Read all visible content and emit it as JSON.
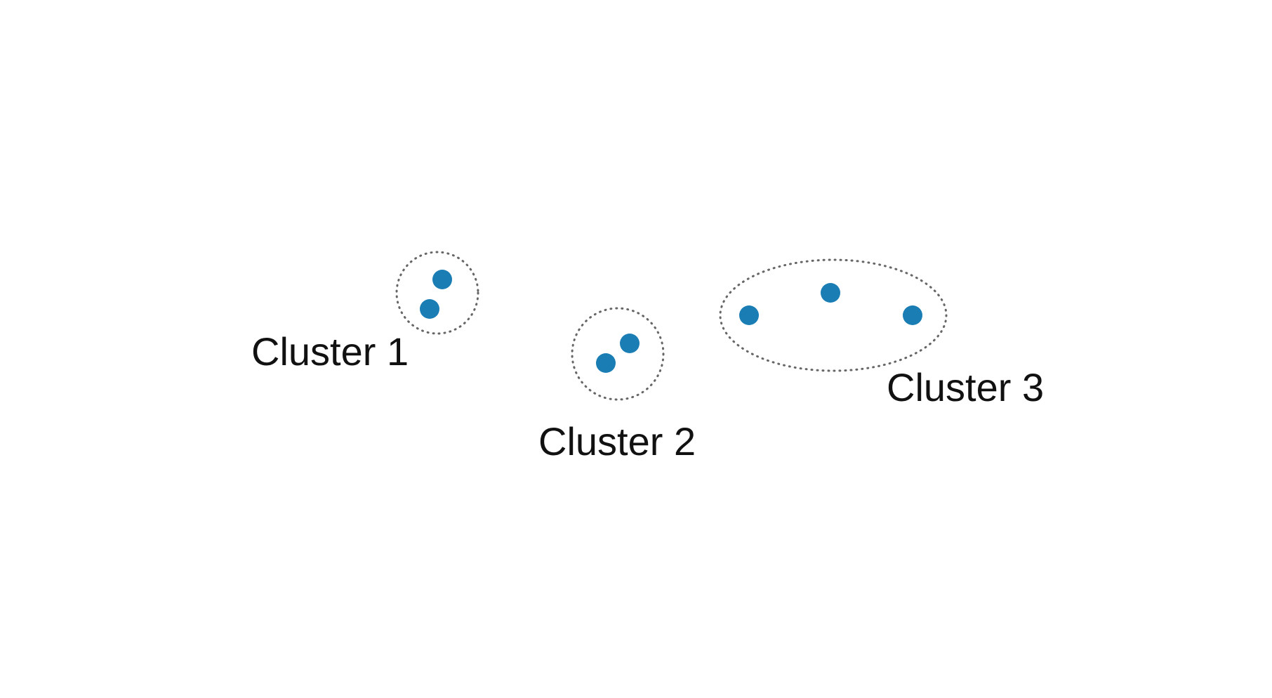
{
  "colors": {
    "background": "#ffffff",
    "point": "#1a7db3",
    "outline": "#666666",
    "label": "#111111"
  },
  "clusters": [
    {
      "label": "Cluster 1",
      "point_count": 2
    },
    {
      "label": "Cluster 2",
      "point_count": 2
    },
    {
      "label": "Cluster 3",
      "point_count": 3
    }
  ]
}
